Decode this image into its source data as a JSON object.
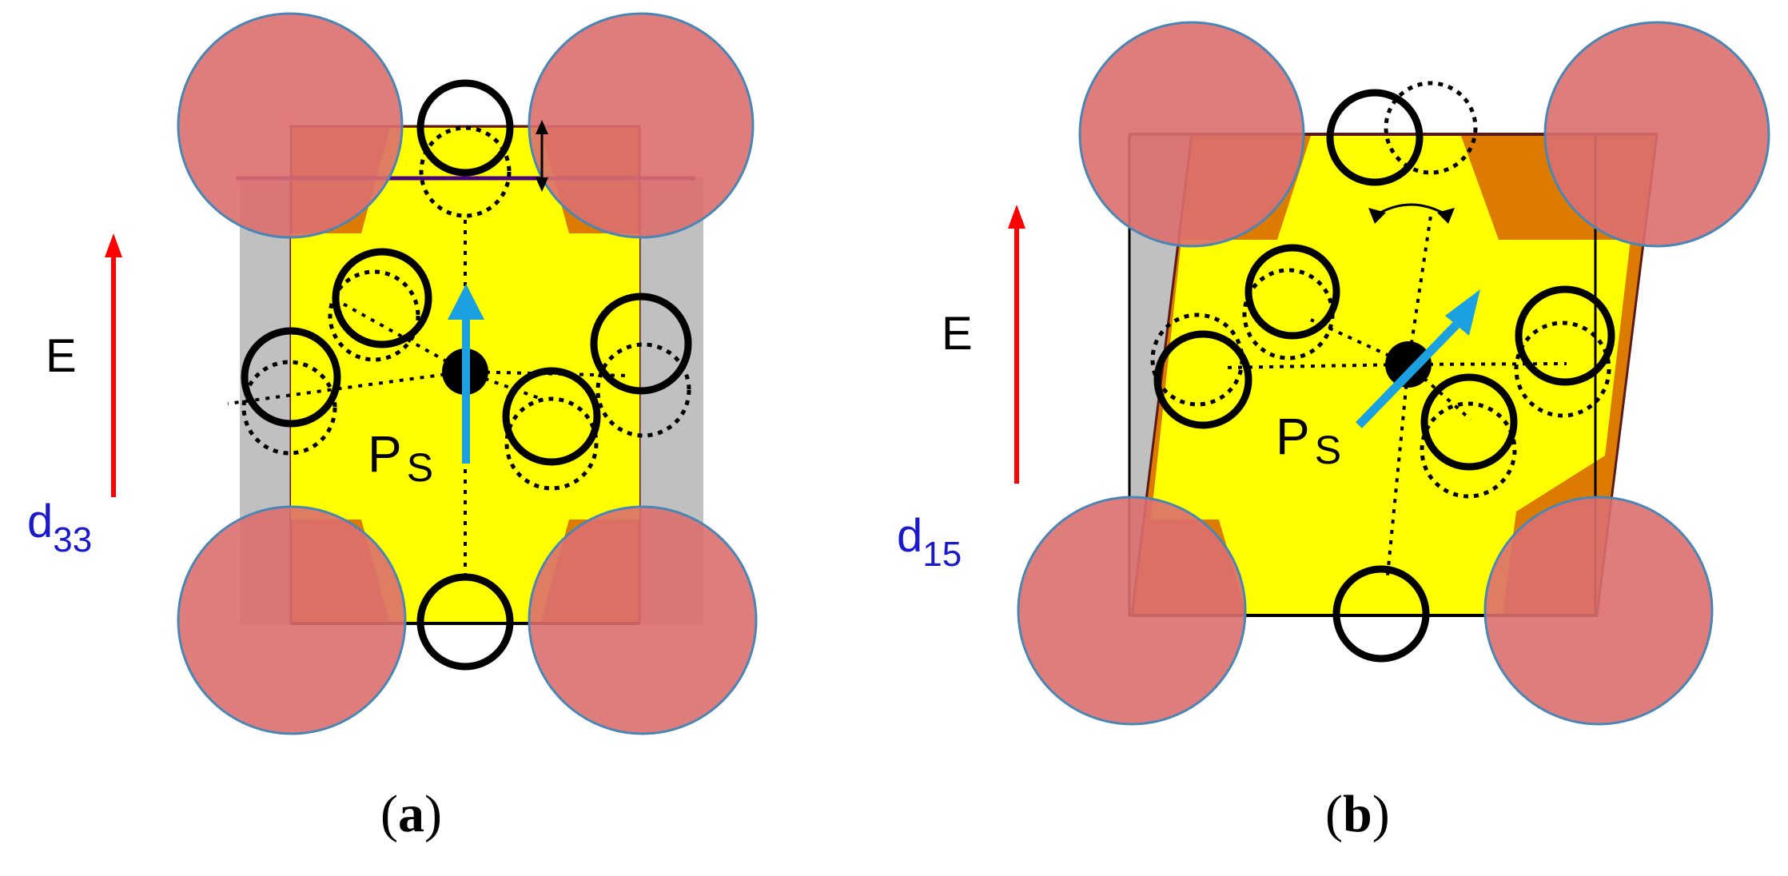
{
  "panels": {
    "a": {
      "field_label": "E",
      "coeff_main": "d",
      "coeff_sub": "33",
      "polarization_main": "P",
      "polarization_sub": "S",
      "caption_open": "(",
      "caption_letter": "a",
      "caption_close": ")"
    },
    "b": {
      "field_label": "E",
      "coeff_main": "d",
      "coeff_sub": "15",
      "polarization_main": "P",
      "polarization_sub": "S",
      "caption_open": "(",
      "caption_letter": "b",
      "caption_close": ")"
    }
  },
  "colors": {
    "corner_atom": "#dc6f6f",
    "corner_atom_edge": "#4a86b5",
    "yellow_cell": "#ffff00",
    "orange_cell": "#dd7a00",
    "gray_strain": "#c0c0c0",
    "field_arrow": "#ff0000",
    "polarization_arrow": "#1ba1e2",
    "coefficient_text": "#1a1acc",
    "strain_line": "#4b0082"
  }
}
